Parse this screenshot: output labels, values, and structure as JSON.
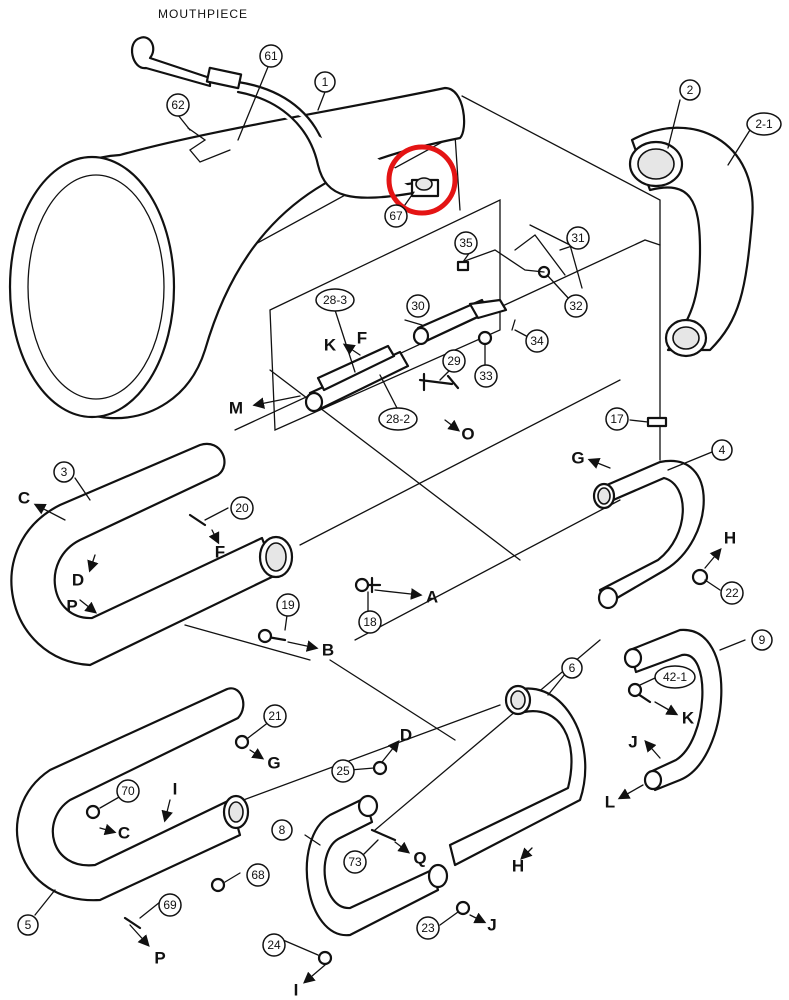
{
  "diagram": {
    "title": "MOUTHPIECE",
    "highlight_color": "#e41414",
    "part_labels": [
      {
        "id": "p1",
        "text": "1"
      },
      {
        "id": "p2",
        "text": "2"
      },
      {
        "id": "p2_1",
        "text": "2-1"
      },
      {
        "id": "p3",
        "text": "3"
      },
      {
        "id": "p4",
        "text": "4"
      },
      {
        "id": "p5",
        "text": "5"
      },
      {
        "id": "p6",
        "text": "6"
      },
      {
        "id": "p8",
        "text": "8"
      },
      {
        "id": "p9",
        "text": "9"
      },
      {
        "id": "p17",
        "text": "17"
      },
      {
        "id": "p18",
        "text": "18"
      },
      {
        "id": "p19",
        "text": "19"
      },
      {
        "id": "p20",
        "text": "20"
      },
      {
        "id": "p21",
        "text": "21"
      },
      {
        "id": "p22",
        "text": "22"
      },
      {
        "id": "p23",
        "text": "23"
      },
      {
        "id": "p24",
        "text": "24"
      },
      {
        "id": "p25",
        "text": "25"
      },
      {
        "id": "p28_2",
        "text": "28-2"
      },
      {
        "id": "p28_3",
        "text": "28-3"
      },
      {
        "id": "p29",
        "text": "29"
      },
      {
        "id": "p30",
        "text": "30"
      },
      {
        "id": "p31",
        "text": "31"
      },
      {
        "id": "p32",
        "text": "32"
      },
      {
        "id": "p33",
        "text": "33"
      },
      {
        "id": "p34",
        "text": "34"
      },
      {
        "id": "p35",
        "text": "35"
      },
      {
        "id": "p42_1",
        "text": "42-1"
      },
      {
        "id": "p61",
        "text": "61"
      },
      {
        "id": "p62",
        "text": "62"
      },
      {
        "id": "p67",
        "text": "67"
      },
      {
        "id": "p68",
        "text": "68"
      },
      {
        "id": "p69",
        "text": "69"
      },
      {
        "id": "p70",
        "text": "70"
      },
      {
        "id": "p73",
        "text": "73"
      }
    ],
    "connector_letters": [
      {
        "id": "lA",
        "text": "A"
      },
      {
        "id": "lB",
        "text": "B"
      },
      {
        "id": "lC1",
        "text": "C"
      },
      {
        "id": "lC2",
        "text": "C"
      },
      {
        "id": "lD1",
        "text": "D"
      },
      {
        "id": "lD2",
        "text": "D"
      },
      {
        "id": "lF1",
        "text": "F"
      },
      {
        "id": "lF2",
        "text": "F"
      },
      {
        "id": "lG1",
        "text": "G"
      },
      {
        "id": "lG2",
        "text": "G"
      },
      {
        "id": "lH1",
        "text": "H"
      },
      {
        "id": "lH2",
        "text": "H"
      },
      {
        "id": "lI1",
        "text": "I"
      },
      {
        "id": "lI2",
        "text": "I"
      },
      {
        "id": "lJ1",
        "text": "J"
      },
      {
        "id": "lJ2",
        "text": "J"
      },
      {
        "id": "lK1",
        "text": "K"
      },
      {
        "id": "lK2",
        "text": "K"
      },
      {
        "id": "lL",
        "text": "L"
      },
      {
        "id": "lM",
        "text": "M"
      },
      {
        "id": "lO",
        "text": "O"
      },
      {
        "id": "lP1",
        "text": "P"
      },
      {
        "id": "lP2",
        "text": "P"
      },
      {
        "id": "lQ",
        "text": "Q"
      }
    ]
  }
}
